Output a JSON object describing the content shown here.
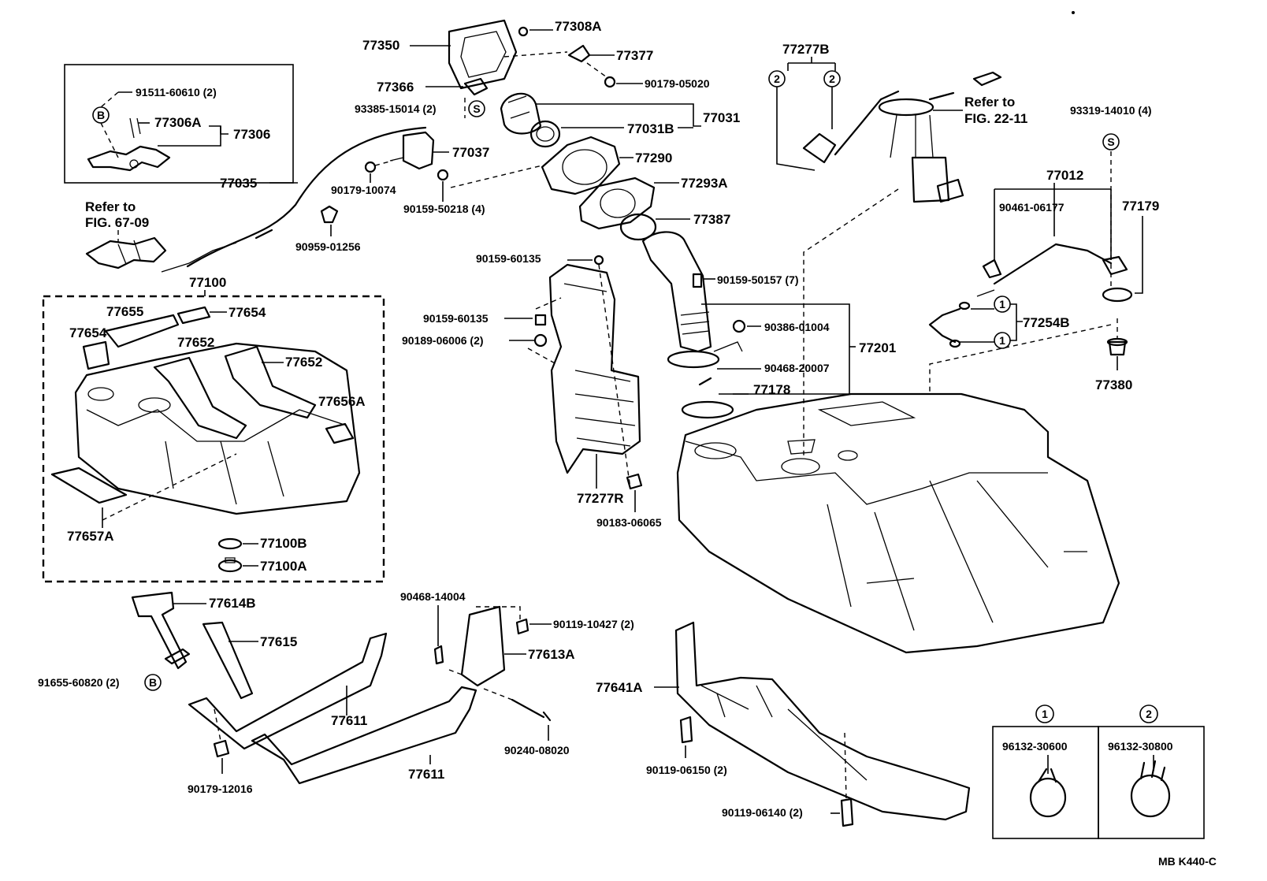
{
  "labels": {
    "p77350": "77350",
    "p77308A": "77308A",
    "p77377": "77377",
    "p90179_05020": "90179-05020",
    "p77366": "77366",
    "p93385": "93385-15014 (2)",
    "p77031": "77031",
    "p77031B": "77031B",
    "p77037": "77037",
    "p77290": "77290",
    "p90179_10074": "90179-10074",
    "p77293A": "77293A",
    "p90159_50218": "90159-50218 (4)",
    "p77035": "77035",
    "p77387": "77387",
    "p90959": "90959-01256",
    "p91511": "91511-60610 (2)",
    "p77306A": "77306A",
    "p77306": "77306",
    "refer_a_1": "Refer to",
    "refer_a_2": "FIG. 67-09",
    "p77100": "77100",
    "p77655": "77655",
    "p77654a": "77654",
    "p77654b": "77654",
    "p77652a": "77652",
    "p77652b": "77652",
    "p77656A": "77656A",
    "p77657A": "77657A",
    "p77100B": "77100B",
    "p77100A": "77100A",
    "p77277B": "77277B",
    "refer_b_1": "Refer to",
    "refer_b_2": "FIG. 22-11",
    "p93319": "93319-14010 (4)",
    "p77012": "77012",
    "p90461": "90461-06177",
    "p77179": "77179",
    "p90159_60135a": "90159-60135",
    "p90159_50157": "90159-50157 (7)",
    "p90159_60135b": "90159-60135",
    "p90386": "90386-01004",
    "p90189": "90189-06006 (2)",
    "p77201": "77201",
    "p90468_20007": "90468-20007",
    "p77178": "77178",
    "p77254B": "77254B",
    "p77380": "77380",
    "p77277R": "77277R",
    "p90183": "90183-06065",
    "p77614B": "77614B",
    "p77615": "77615",
    "p91655": "91655-60820 (2)",
    "p77611a": "77611",
    "p77611b": "77611",
    "p90179_12016": "90179-12016",
    "p90468_14004": "90468-14004",
    "p90119_10427": "90119-10427 (2)",
    "p77613A": "77613A",
    "p90240": "90240-08020",
    "p77641A": "77641A",
    "p90119_06150": "90119-06150 (2)",
    "p90119_06140": "90119-06140 (2)",
    "p96132_30600": "96132-30600",
    "p96132_30800": "96132-30800",
    "footer": "MB  K440-C"
  },
  "symbols": {
    "circle_1": "1",
    "circle_2": "2",
    "circle_S": "S",
    "circle_B": "B"
  }
}
